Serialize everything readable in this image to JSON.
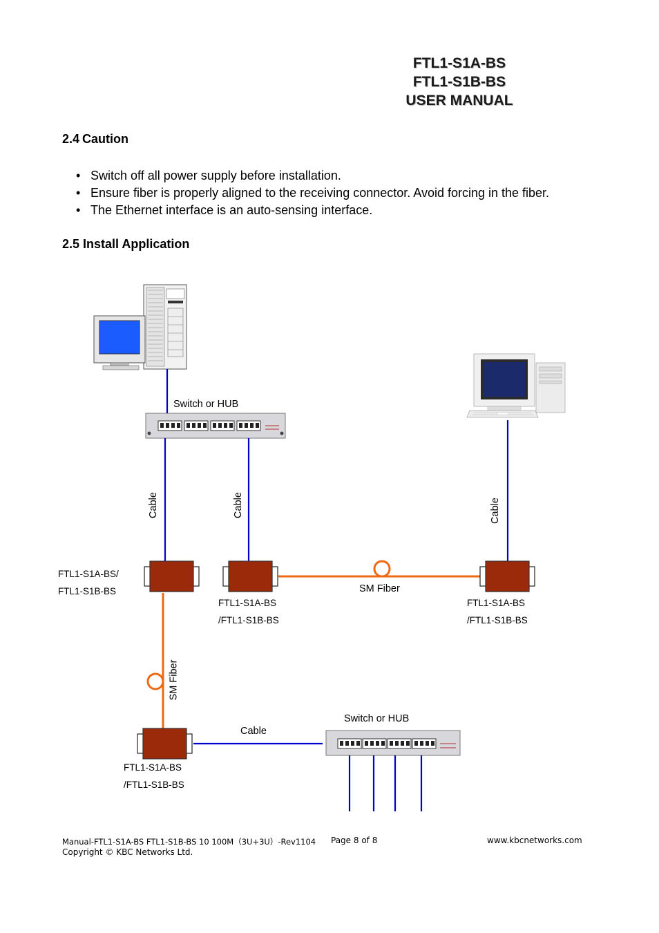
{
  "header": {
    "title_lines": [
      "FTL1-S1A-BS",
      "FTL1-S1B-BS",
      "USER MANUAL"
    ]
  },
  "caution": {
    "number": "2.4",
    "heading": "Caution",
    "items": [
      "Switch off all power supply before installation.",
      "Ensure fiber is properly aligned to the receiving connector. Avoid forcing in the fiber.",
      "The Ethernet interface is an auto-sensing interface."
    ]
  },
  "install": {
    "heading": "2.5 Install Application"
  },
  "diagram": {
    "switch_top_label": "Switch or HUB",
    "switch_bottom_label": "Switch or HUB",
    "cable_left": "Cable",
    "cable_mid": "Cable",
    "cable_right": "Cable",
    "cable_bottom": "Cable",
    "sm_fiber_h": "SM Fiber",
    "sm_fiber_v": "SM Fiber",
    "conv_left": [
      "FTL1-S1A-BS/",
      "FTL1-S1B-BS"
    ],
    "conv_mid": [
      "FTL1-S1A-BS",
      "/FTL1-S1B-BS"
    ],
    "conv_right": [
      "FTL1-S1A-BS",
      "/FTL1-S1B-BS"
    ],
    "conv_bottom": [
      "FTL1-S1A-BS",
      "/FTL1-S1B-BS"
    ],
    "colors": {
      "cable": "#0000cc",
      "fiber": "#ee6a12",
      "converter": "#9a2a0a"
    }
  },
  "footer": {
    "doc_ref": "Manual-FTL1-S1A-BS FTL1-S1B-BS 10 100M（3U+3U）-Rev1104",
    "page": "Page 8 of 8",
    "website": "www.kbcnetworks.com",
    "copyright": "Copyright © KBC Networks Ltd."
  }
}
